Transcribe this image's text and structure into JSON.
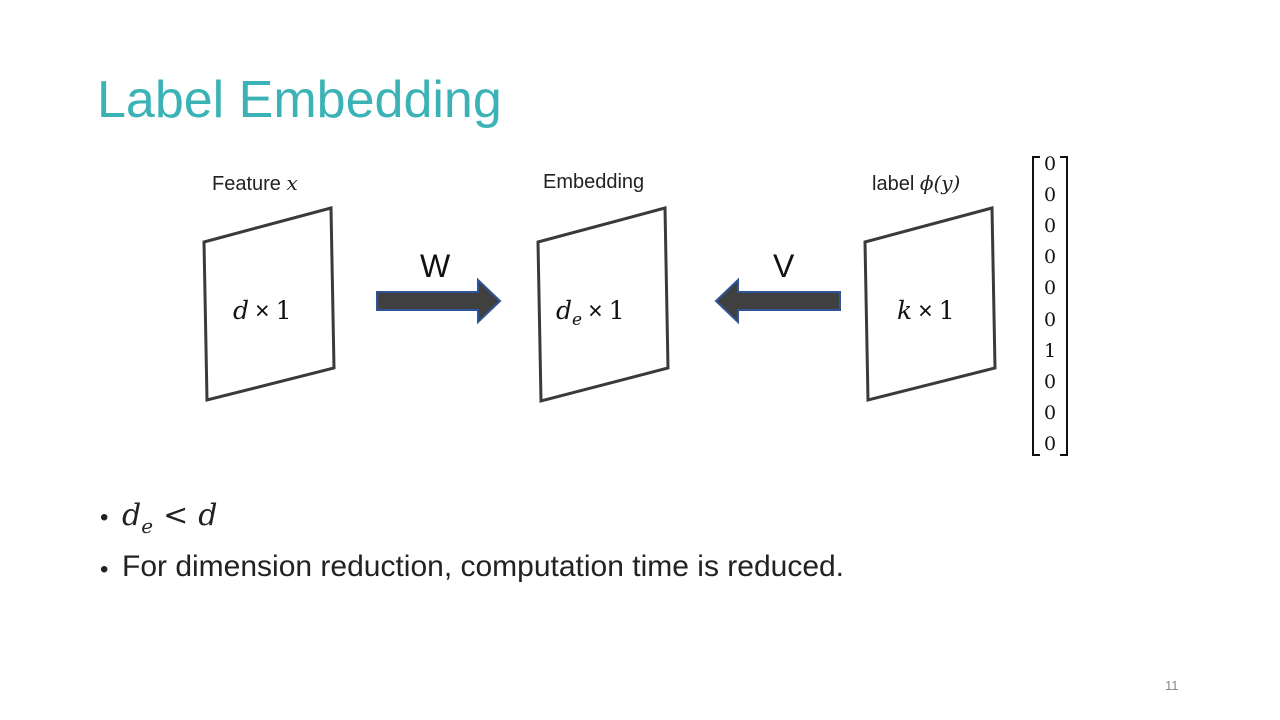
{
  "slide": {
    "title": "Label Embedding",
    "page_number": "11"
  },
  "diagram": {
    "captions": {
      "feature_text": "Feature ",
      "feature_symbol": "x",
      "embedding": "Embedding",
      "label_text": "label ",
      "label_symbol": "ϕ(y)"
    },
    "boxes": [
      {
        "symbol": "d",
        "subscript": "",
        "times": "×",
        "one": "1"
      },
      {
        "symbol": "d",
        "subscript": "e",
        "times": "×",
        "one": "1"
      },
      {
        "symbol": "k",
        "subscript": "",
        "times": "×",
        "one": "1"
      }
    ],
    "arrows": {
      "w_label": "W",
      "v_label": "V"
    },
    "one_hot_vector": [
      "0",
      "0",
      "0",
      "0",
      "0",
      "0",
      "1",
      "0",
      "0",
      "0"
    ]
  },
  "bullets": {
    "first": {
      "lhs": "d",
      "lhs_sub": "e",
      "op": "<",
      "rhs": "d"
    },
    "second": "For dimension reduction, computation time is reduced."
  },
  "colors": {
    "title": "#3bb3b6",
    "box_stroke": "#3a3a3a",
    "arrow_fill": "#404040",
    "arrow_stroke": "#2f5597"
  }
}
